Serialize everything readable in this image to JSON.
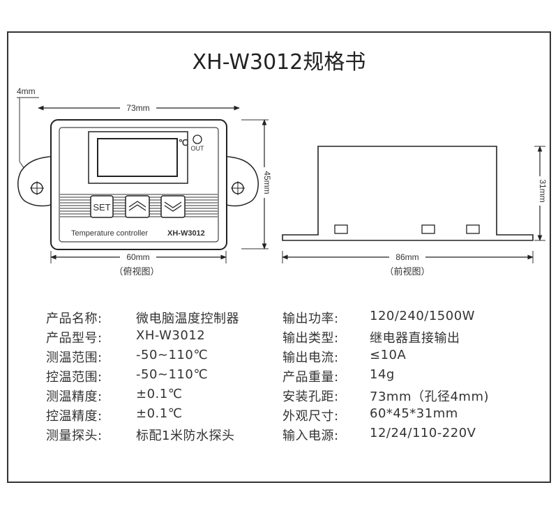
{
  "title": "XH-W3012规格书",
  "top_view": {
    "dim_width": "73mm",
    "dim_hole": "4mm",
    "dim_height": "45mm",
    "dim_body": "60mm",
    "caption": "（俯视图）",
    "unit_symbol": "℃",
    "out_label": "OUT",
    "set_button": "SET",
    "up_button_icon": "double-chevron-up-icon",
    "down_button_icon": "double-chevron-down-icon",
    "label_left": "Temperature controller",
    "label_right": "XH-W3012"
  },
  "front_view": {
    "dim_width": "86mm",
    "dim_height": "31mm",
    "caption": "（前视图）"
  },
  "specs_left": [
    {
      "label": "产品名称:",
      "value": "微电脑温度控制器"
    },
    {
      "label": "产品型号:",
      "value": "XH-W3012"
    },
    {
      "label": "测温范围:",
      "value": "-50~110℃"
    },
    {
      "label": "控温范围:",
      "value": "-50~110℃"
    },
    {
      "label": "测温精度:",
      "value": "±0.1℃"
    },
    {
      "label": "控温精度:",
      "value": "±0.1℃"
    },
    {
      "label": "测量探头:",
      "value": "标配1米防水探头"
    }
  ],
  "specs_right": [
    {
      "label": "输出功率:",
      "value": "120/240/1500W"
    },
    {
      "label": "输出类型:",
      "value": "继电器直接输出"
    },
    {
      "label": "输出电流:",
      "value": "≤10A"
    },
    {
      "label": "产品重量:",
      "value": "14g"
    },
    {
      "label": "安装孔距:",
      "value": "73mm（孔径4mm)"
    },
    {
      "label": "外观尺寸:",
      "value": "60*45*31mm"
    },
    {
      "label": "输入电源:",
      "value": "12/24/110-220V"
    }
  ]
}
